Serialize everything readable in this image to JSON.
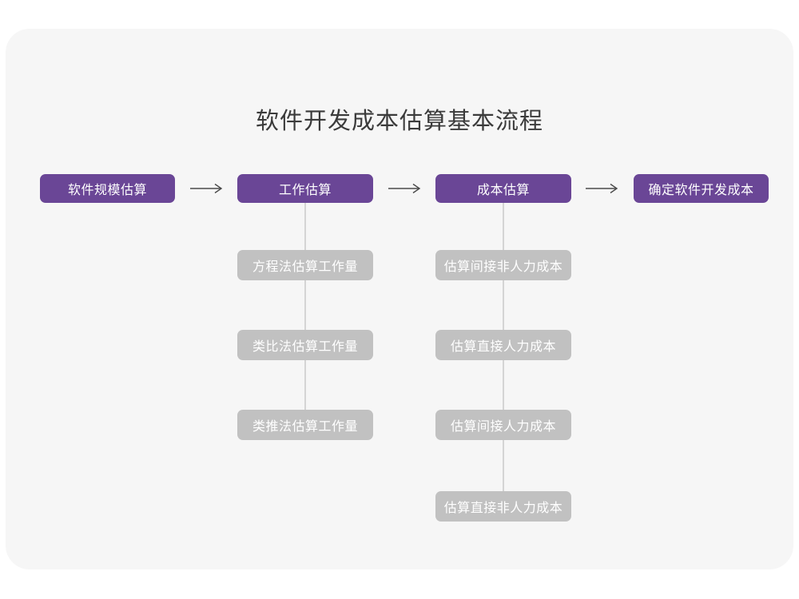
{
  "title": "软件开发成本估算基本流程",
  "colors": {
    "accent_purple": "#6a4696",
    "sub_box_gray": "#c1c1c1",
    "card_background": "#f6f6f6",
    "page_background": "#ffffff",
    "title_text": "#3b3b3b",
    "arrow": "#4a4a4a",
    "connector_line": "#d4d4d4",
    "box_text": "#ffffff"
  },
  "flow": {
    "main_steps": [
      "软件规模估算",
      "工作估算",
      "成本估算",
      "确定软件开发成本"
    ],
    "work_substeps": [
      "方程法估算工作量",
      "类比法估算工作量",
      "类推法估算工作量"
    ],
    "cost_substeps": [
      "估算间接非人力成本",
      "估算直接人力成本",
      "估算间接人力成本",
      "估算直接非人力成本"
    ]
  }
}
